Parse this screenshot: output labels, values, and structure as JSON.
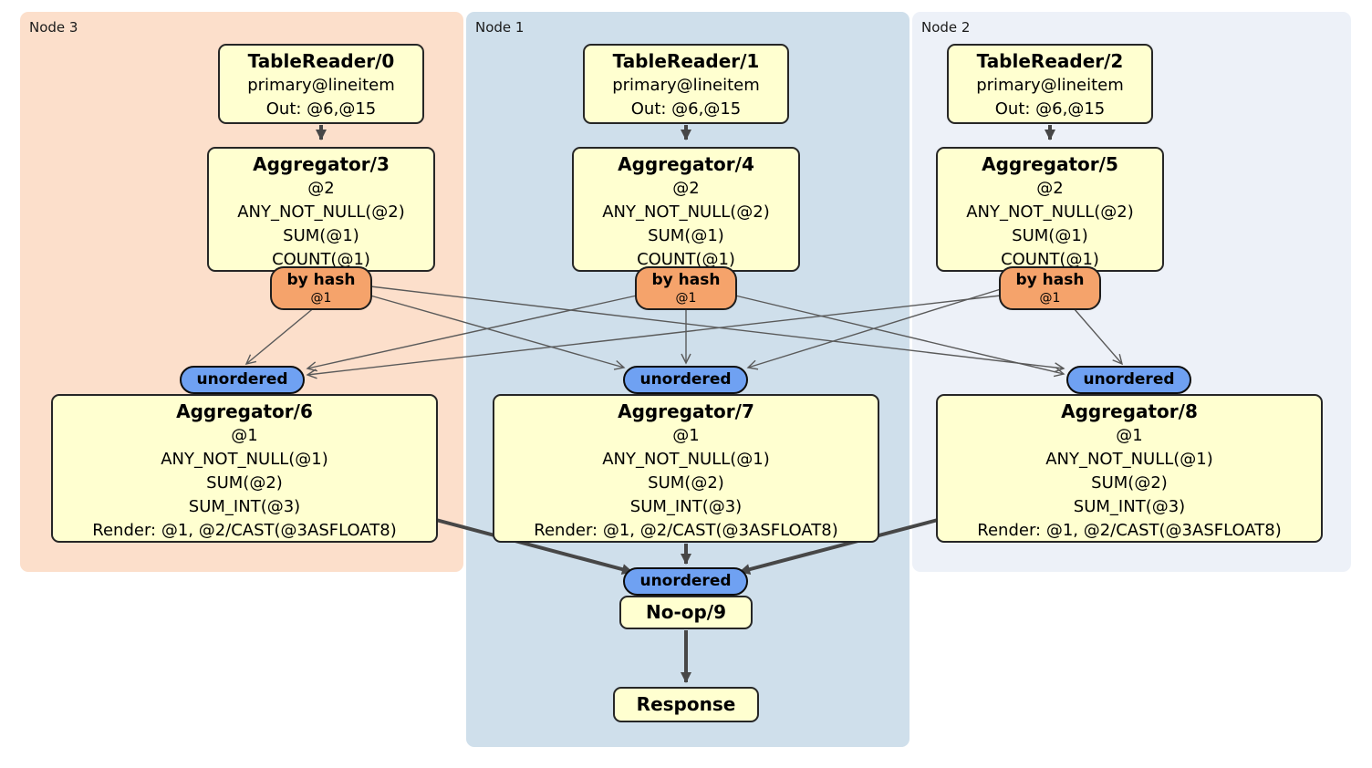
{
  "diagram": {
    "node_panels": [
      {
        "label": "Node 3"
      },
      {
        "label": "Node 1"
      },
      {
        "label": "Node 2"
      }
    ],
    "table_readers": [
      {
        "title": "TableReader/0",
        "lines": [
          "primary@lineitem",
          "Out: @6,@15"
        ]
      },
      {
        "title": "TableReader/1",
        "lines": [
          "primary@lineitem",
          "Out: @6,@15"
        ]
      },
      {
        "title": "TableReader/2",
        "lines": [
          "primary@lineitem",
          "Out: @6,@15"
        ]
      }
    ],
    "top_aggregators": [
      {
        "title": "Aggregator/3",
        "lines": [
          "@2",
          "ANY_NOT_NULL(@2)",
          "SUM(@1)",
          "COUNT(@1)"
        ]
      },
      {
        "title": "Aggregator/4",
        "lines": [
          "@2",
          "ANY_NOT_NULL(@2)",
          "SUM(@1)",
          "COUNT(@1)"
        ]
      },
      {
        "title": "Aggregator/5",
        "lines": [
          "@2",
          "ANY_NOT_NULL(@2)",
          "SUM(@1)",
          "COUNT(@1)"
        ]
      }
    ],
    "hash_routers": [
      {
        "title": "by hash",
        "detail": "@1"
      },
      {
        "title": "by hash",
        "detail": "@1"
      },
      {
        "title": "by hash",
        "detail": "@1"
      }
    ],
    "sync_streams": [
      {
        "label": "unordered"
      },
      {
        "label": "unordered"
      },
      {
        "label": "unordered"
      },
      {
        "label": "unordered"
      }
    ],
    "bottom_aggregators": [
      {
        "title": "Aggregator/6",
        "lines": [
          "@1",
          "ANY_NOT_NULL(@1)",
          "SUM(@2)",
          "SUM_INT(@3)",
          "Render: @1, @2/CAST(@3ASFLOAT8)"
        ]
      },
      {
        "title": "Aggregator/7",
        "lines": [
          "@1",
          "ANY_NOT_NULL(@1)",
          "SUM(@2)",
          "SUM_INT(@3)",
          "Render: @1, @2/CAST(@3ASFLOAT8)"
        ]
      },
      {
        "title": "Aggregator/8",
        "lines": [
          "@1",
          "ANY_NOT_NULL(@1)",
          "SUM(@2)",
          "SUM_INT(@3)",
          "Render: @1, @2/CAST(@3ASFLOAT8)"
        ]
      }
    ],
    "noop": {
      "title": "No-op/9"
    },
    "response": {
      "title": "Response"
    },
    "colors": {
      "node3_panel": "#fcdfcb",
      "node1_panel": "#cfdfeb",
      "node2_panel": "#edf1f8",
      "operator_box": "#ffffd0",
      "hash_router": "#f5a36b",
      "sync_stream": "#6fa1f2",
      "edge_thin": "#5a5a5a",
      "edge_thick": "#474747"
    }
  }
}
